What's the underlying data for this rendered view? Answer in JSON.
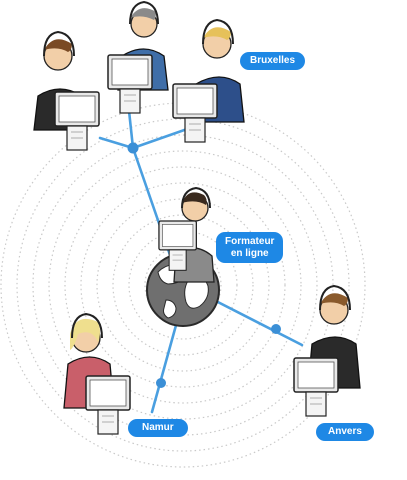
{
  "labels": {
    "brussels": "Bruxelles",
    "trainer_line1": "Formateur",
    "trainer_line2": "en ligne",
    "namur": "Namur",
    "antwerp": "Anvers"
  },
  "colors": {
    "accent": "#1e88e5",
    "line": "#4a9fe0",
    "rings": "#c9c9c9",
    "globe": "#6f6f6f"
  }
}
